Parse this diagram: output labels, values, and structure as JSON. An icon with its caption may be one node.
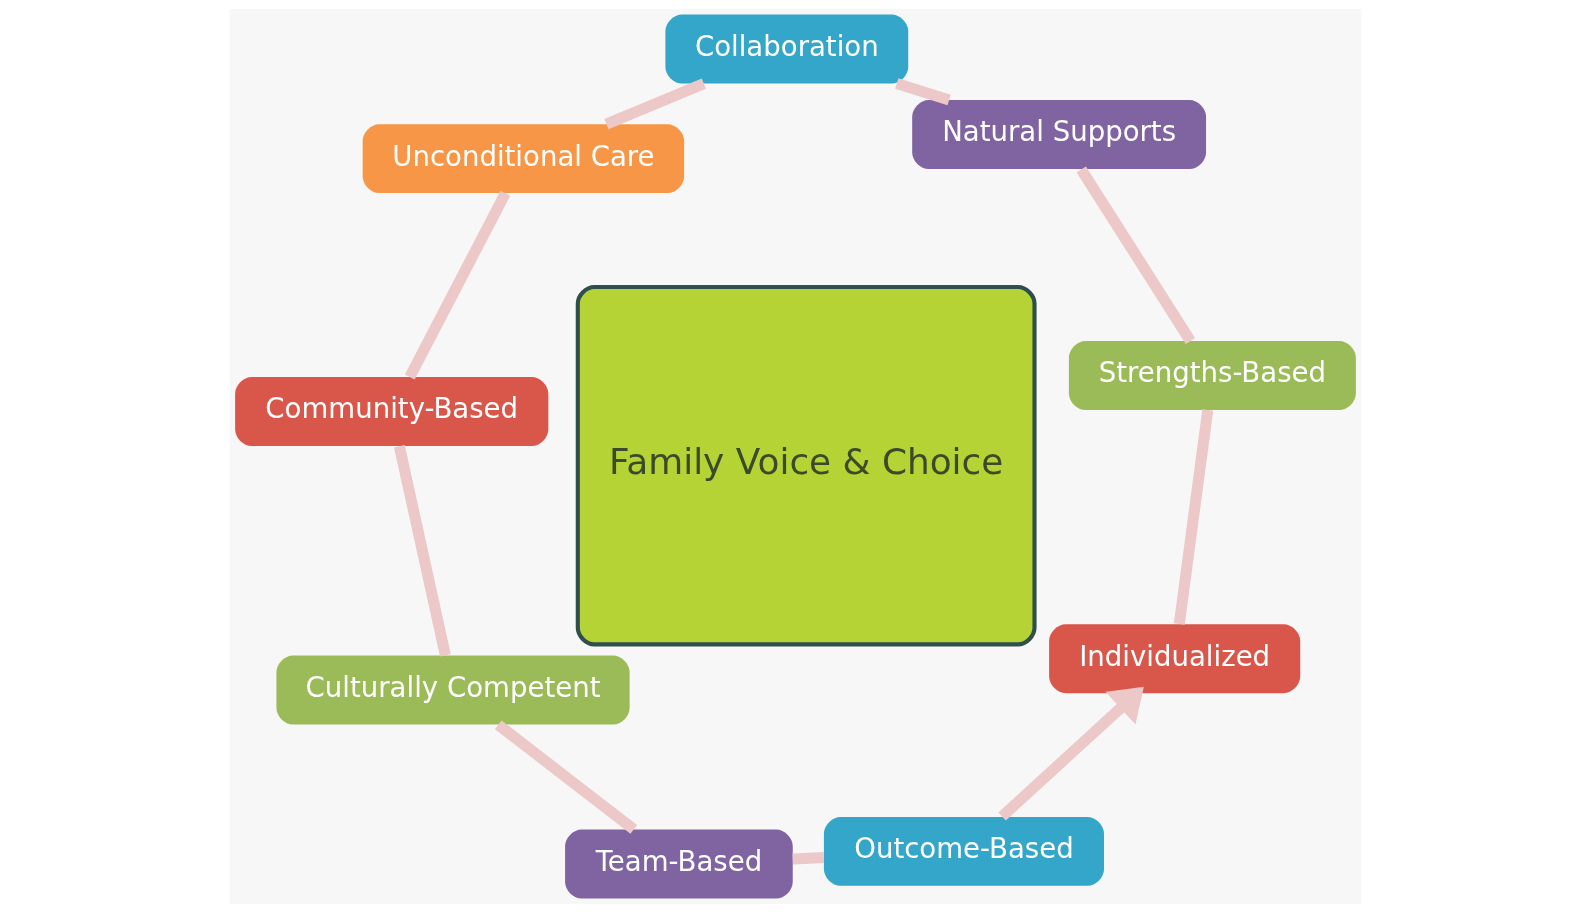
{
  "diagram": {
    "nodes": [
      {
        "text": [
          "Individualized"
        ]
      },
      {
        "text": [
          "Strengths-Based"
        ]
      },
      {
        "text": [
          "Natural Supports"
        ]
      },
      {
        "text": [
          "Collaboration"
        ]
      },
      {
        "text": [
          "Unconditional Care"
        ]
      },
      {
        "text": [
          "Community-Based"
        ]
      },
      {
        "text": [
          "Culturally Competent"
        ]
      },
      {
        "text": [
          "Team-Based"
        ]
      },
      {
        "text": [
          "Outcome-Based"
        ]
      },
      {
        "text": [
          "Family Voice & Choice"
        ]
      }
    ],
    "edges": [
      {
        "from": 0,
        "to": 1,
        "arrow": "none"
      },
      {
        "from": 1,
        "to": 2,
        "arrow": "none"
      },
      {
        "from": 2,
        "to": 3,
        "arrow": "none"
      },
      {
        "from": 3,
        "to": 4,
        "arrow": "none"
      },
      {
        "from": 4,
        "to": 5,
        "arrow": "none"
      },
      {
        "from": 5,
        "to": 6,
        "arrow": "none"
      },
      {
        "from": 6,
        "to": 7,
        "arrow": "none"
      },
      {
        "from": 7,
        "to": 8,
        "arrow": "none"
      },
      {
        "from": 8,
        "to": 0,
        "arrow": "to"
      }
    ]
  }
}
